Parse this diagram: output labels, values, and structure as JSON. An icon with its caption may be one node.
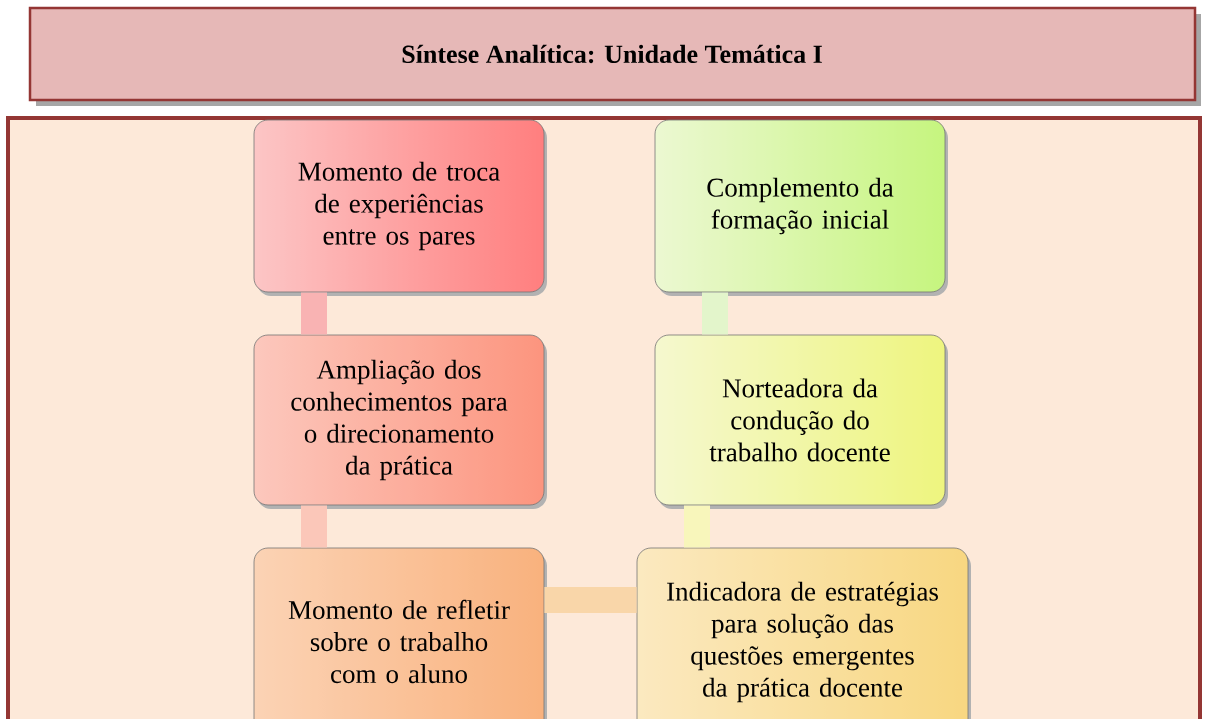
{
  "diagram": {
    "title": "Síntese Analítica: Unidade Temática I",
    "nodes": [
      {
        "text": [],
        "shape": "box"
      },
      {
        "text": [
          "Momento de troca de experiências entre os pares"
        ],
        "in": 0
      },
      {
        "text": [
          "Ampliação dos conhecimentos para o direcionamento da prática"
        ],
        "in": 0
      },
      {
        "text": [
          "Momento de refletir sobre o trabalho com o aluno"
        ],
        "in": 0
      },
      {
        "text": [
          "Indicadora de estratégias para solução das questões emergentes da prática docente"
        ],
        "in": 0
      },
      {
        "text": [
          "Norteadora da condução do trabalho docente"
        ],
        "in": 0
      },
      {
        "text": [
          "Complemento da formação inicial"
        ],
        "in": 0
      }
    ],
    "edges": [
      {
        "from": 1,
        "to": 2,
        "arrow": "none",
        "color": "#f9b3b3"
      },
      {
        "from": 2,
        "to": 3,
        "arrow": "none",
        "color": "#fbc7b9"
      },
      {
        "from": 3,
        "to": 4,
        "arrow": "none",
        "color": "#f9d6a9"
      },
      {
        "from": 4,
        "to": 5,
        "arrow": "none",
        "color": "#f8f6bb"
      },
      {
        "from": 5,
        "to": 6,
        "arrow": "none",
        "color": "#e3f5cb"
      }
    ]
  }
}
